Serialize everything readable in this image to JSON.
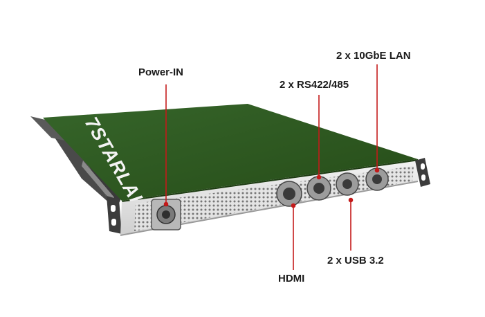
{
  "brand": {
    "logo_text": "7STARLAKE"
  },
  "callouts": {
    "power_in": "Power-IN",
    "rs422_485": "2 x RS422/485",
    "lan_10gbe": "2 x 10GbE LAN",
    "hdmi": "HDMI",
    "usb32": "2 x USB 3.2"
  },
  "colors": {
    "chassis_top": "#2f5a1e",
    "callout_line": "#c41a1a",
    "front_panel": "#dcdcdc",
    "bracket": "#3c3c3c"
  }
}
